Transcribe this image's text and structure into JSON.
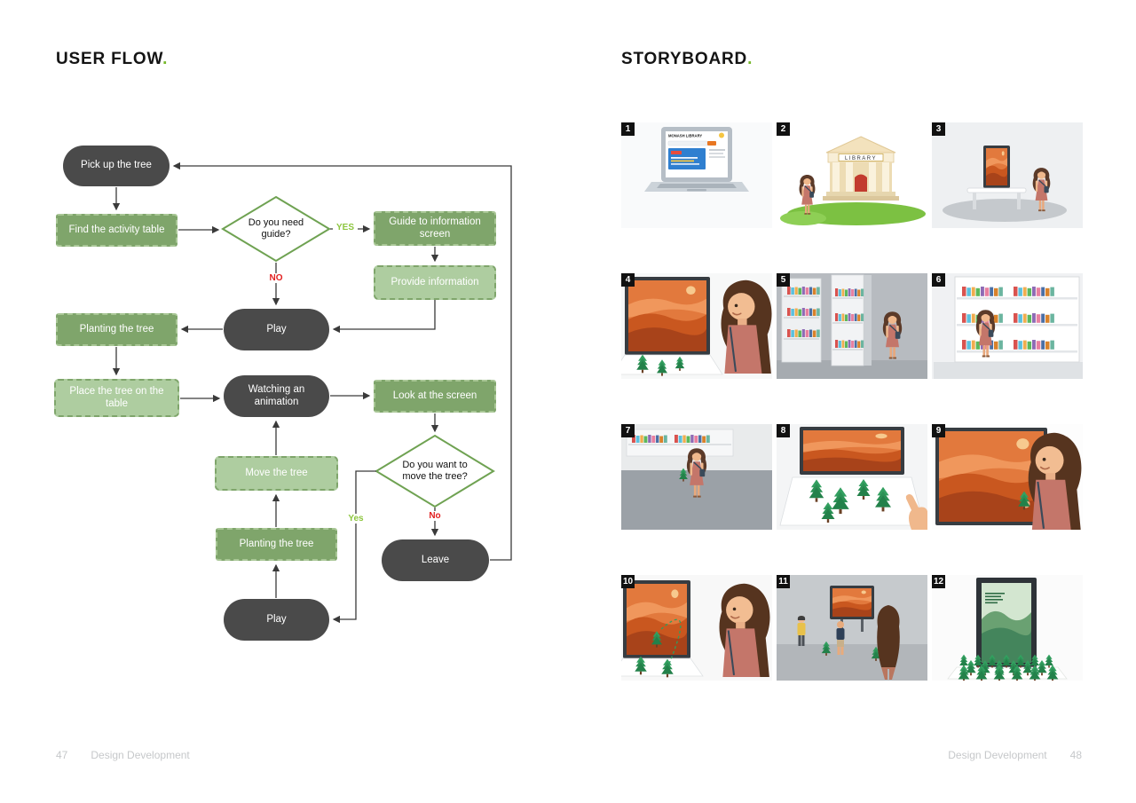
{
  "titles": {
    "user_flow": "USER FLOW",
    "storyboard": "STORYBOARD",
    "accent_dot": "."
  },
  "flowchart": {
    "nodes": [
      {
        "label": "Pick up the tree",
        "type": "terminal"
      },
      {
        "label": "Find the activity table",
        "type": "process"
      },
      {
        "label": "Do you need guide?",
        "type": "decision"
      },
      {
        "label": "Guide to information screen",
        "type": "process"
      },
      {
        "label": "Provide information",
        "type": "subprocess"
      },
      {
        "label": "Play",
        "type": "terminal"
      },
      {
        "label": "Planting the tree",
        "type": "process"
      },
      {
        "label": "Place the tree on the table",
        "type": "subprocess"
      },
      {
        "label": "Watching an animation",
        "type": "terminal"
      },
      {
        "label": "Look at the screen",
        "type": "process"
      },
      {
        "label": "Do you want to move the tree?",
        "type": "decision"
      },
      {
        "label": "Move the tree",
        "type": "subprocess"
      },
      {
        "label": "Planting the tree",
        "type": "process"
      },
      {
        "label": "Leave",
        "type": "terminal"
      },
      {
        "label": "Play",
        "type": "terminal"
      }
    ],
    "edge_labels": {
      "guide_yes": "YES",
      "guide_no": "NO",
      "move_yes": "Yes",
      "move_no": "No"
    }
  },
  "storyboard": {
    "panels": [
      {
        "num": "1",
        "site_title": "MONASH LIBRARY"
      },
      {
        "num": "2",
        "sign": "LIBRARY"
      },
      {
        "num": "3"
      },
      {
        "num": "4"
      },
      {
        "num": "5"
      },
      {
        "num": "6"
      },
      {
        "num": "7"
      },
      {
        "num": "8"
      },
      {
        "num": "9"
      },
      {
        "num": "10"
      },
      {
        "num": "11"
      },
      {
        "num": "12"
      }
    ]
  },
  "footer": {
    "left_page": "47",
    "left_label": "Design Development",
    "right_label": "Design Development",
    "right_page": "48"
  },
  "colors": {
    "accent_green": "#76b82a",
    "flow_dark": "#4a4a4a",
    "flow_green": "#7fa56b",
    "flow_light_green": "#aecda0",
    "yes_label": "#8dc63f",
    "no_label": "#e21f1f"
  }
}
